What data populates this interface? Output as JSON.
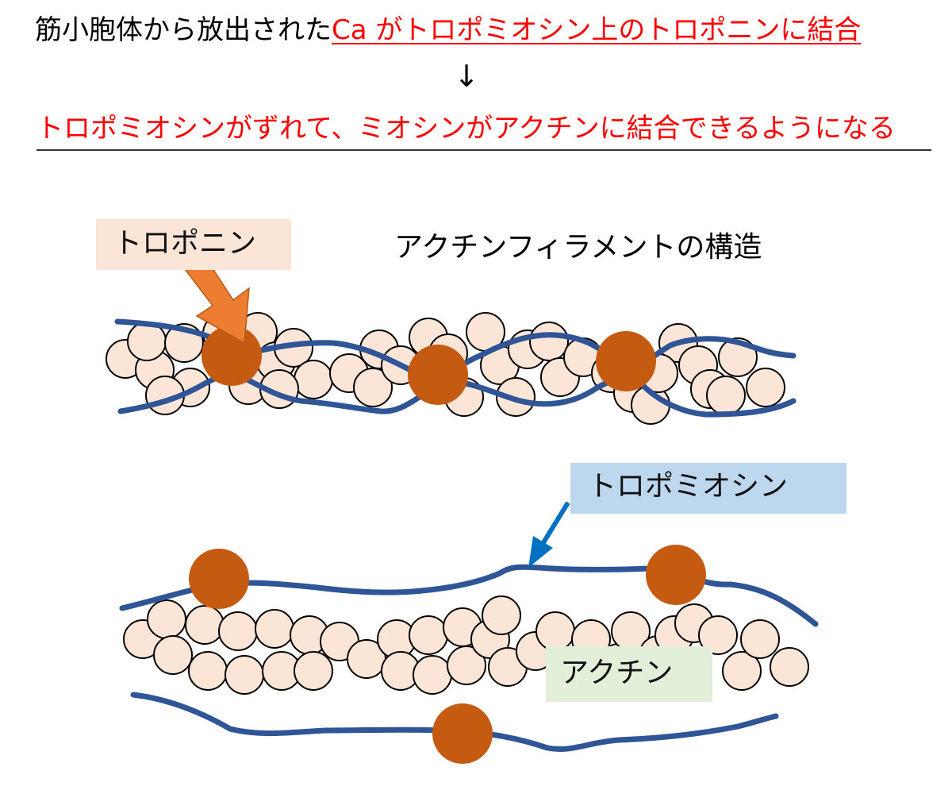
{
  "header": {
    "line1_black": "筋小胞体から放出された",
    "line1_red": "Ca がトロポミオシン上のトロポニンに結合",
    "arrow": "↓",
    "line2_red": "トロポミオシンがずれて、ミオシンがアクチンに結合できるようになる"
  },
  "diagram": {
    "title": "アクチンフィラメントの構造",
    "labels": {
      "troponin": "トロポニン",
      "tropomyosin": "トロポミオシン",
      "actin": "アクチン"
    },
    "colors": {
      "actin_fill": "#fbe5d6",
      "actin_stroke": "#000000",
      "tropomyosin": "#2f5597",
      "troponin": "#c55a11",
      "troponin_arrow": "#ed7d31",
      "tropomyosin_arrow": "#0070c0"
    }
  }
}
